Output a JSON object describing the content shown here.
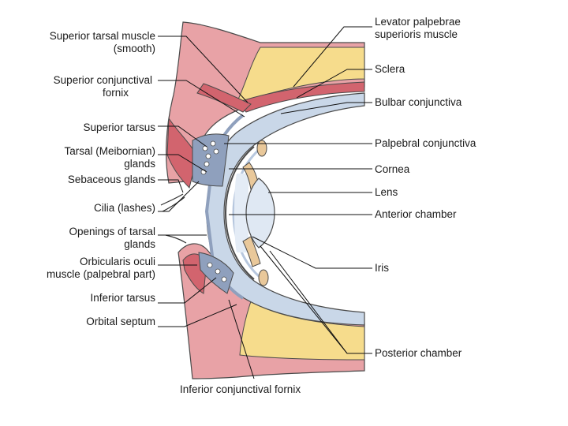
{
  "labels": {
    "superior_tarsal_muscle": [
      "Superior tarsal muscle",
      "(smooth)"
    ],
    "superior_conjunctival_fornix": [
      "Superior conjunctival",
      "fornix"
    ],
    "superior_tarsus": "Superior tarsus",
    "tarsal_glands": [
      "Tarsal (Meibornian)",
      "glands"
    ],
    "sebaceous_glands": "Sebaceous glands",
    "cilia": "Cilia (lashes)",
    "openings_tarsal_glands": [
      "Openings of tarsal",
      "glands"
    ],
    "orbicularis_oculi": [
      "Orbicularis oculi",
      "muscle (palpebral part)"
    ],
    "inferior_tarsus": "Inferior tarsus",
    "orbital_septum": "Orbital septum",
    "inferior_conjunctival_fornix": "Inferior conjunctival fornix",
    "levator": [
      "Levator palpebrae",
      "superioris muscle"
    ],
    "sclera": "Sclera",
    "bulbar_conjunctiva": "Bulbar conjunctiva",
    "palpebral_conjunctiva": "Palpebral conjunctiva",
    "cornea": "Cornea",
    "lens": "Lens",
    "anterior_chamber": "Anterior chamber",
    "iris": "Iris",
    "posterior_chamber": "Posterior chamber"
  },
  "colors": {
    "skin": "#e8a2a6",
    "muscle": "#d2646e",
    "fat": "#f6dc8c",
    "sclera": "#c9d7e8",
    "conjunctiva": "#b7c7de",
    "tarsus": "#8fa0bd",
    "lens": "#dfe8f3",
    "iris": "#e9c89a",
    "outline": "#4a4a4a"
  }
}
